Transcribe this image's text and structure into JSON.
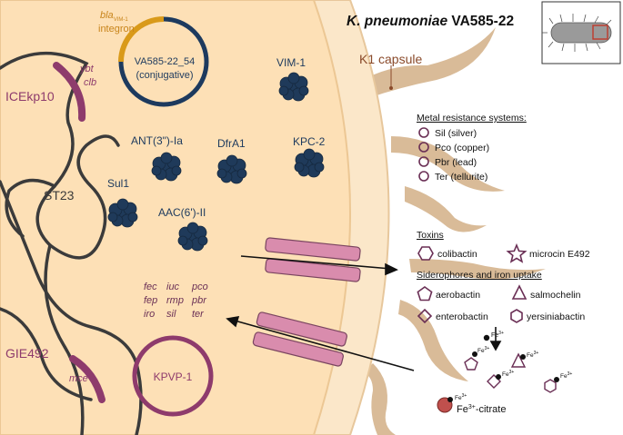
{
  "title": {
    "organism": "K. pneumoniae",
    "strain": "VA585-22"
  },
  "capsule_label": "K1 capsule",
  "plasmids": {
    "conjugative_name": "VA585-22_54",
    "conjugative_sub": "(conjugative)",
    "integron_bla": "bla",
    "integron_sub": "VIM-1",
    "integron_label": "integron",
    "kpvp": "KPVP-1"
  },
  "chromosome": {
    "st": "ST23",
    "ice": "ICEkp10",
    "ice_genes": [
      "ybt",
      "clb"
    ],
    "gie": "GIE492",
    "gie_gene": "mce"
  },
  "proteins": [
    "VIM-1",
    "ANT(3\")-Ia",
    "DfrA1",
    "KPC-2",
    "Sul1",
    "AAC(6')-II"
  ],
  "metal_genes": [
    [
      "fec",
      "iuc",
      "pco"
    ],
    [
      "fep",
      "rmp",
      "pbr"
    ],
    [
      "iro",
      "sil",
      "ter"
    ]
  ],
  "metal_resistance": {
    "heading": "Metal resistance systems:",
    "items": [
      "Sil (silver)",
      "Pco (copper)",
      "Pbr (lead)",
      "Ter (tellurite)"
    ]
  },
  "toxins": {
    "heading": "Toxins",
    "items": [
      "colibactin",
      "microcin E492"
    ]
  },
  "siderophores": {
    "heading": "Siderophores and iron uptake",
    "items": [
      "aerobactin",
      "salmochelin",
      "enterobactin",
      "yersiniabactin"
    ]
  },
  "iron": {
    "fe3": "Fe",
    "fe3_sup": "3+",
    "citrate_label": "Fe",
    "citrate_sup": "3+",
    "citrate_suffix": "-citrate"
  },
  "colors": {
    "cytoplasm": "#fde0b6",
    "periplasm": "#fbe7c9",
    "capsule": "#d9bb98",
    "protein": "#1f3a5a",
    "plasmid_dark": "#1d3a5e",
    "plasmid_accent": "#d99a1a",
    "element_magenta": "#8e3b6c",
    "porin": "#d98cad",
    "integron_text": "#c8841a"
  }
}
